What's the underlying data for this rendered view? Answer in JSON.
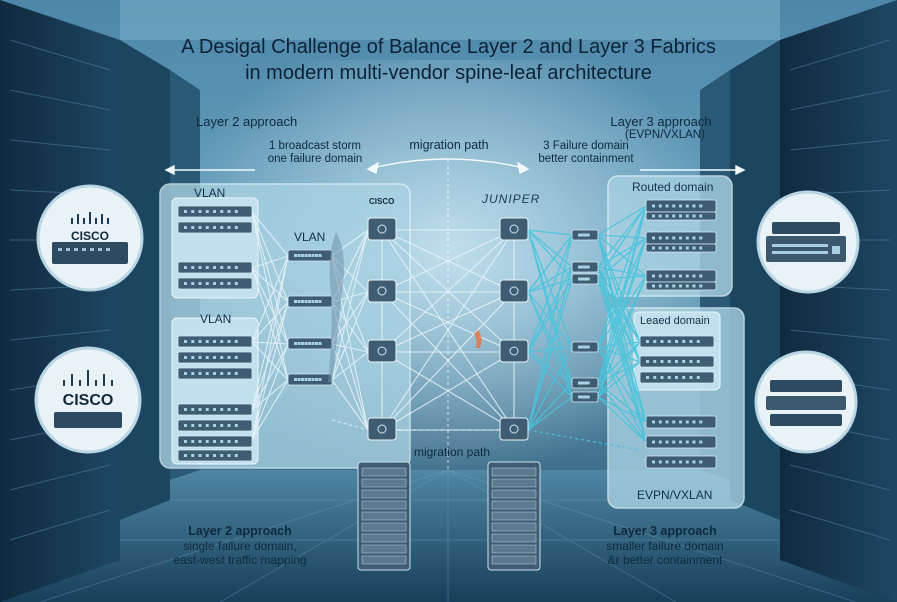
{
  "title_line1": "A Desigal Challenge of Balance Layer 2 and Layer 3 Fabrics",
  "title_line2": "in modern multi-vendor spine-leaf architecture",
  "left_heading": "Layer 2 approach",
  "left_note_line1": "1 broadcast storm",
  "left_note_line2": "one failure domain",
  "migration_top": "migration path",
  "migration_bottom": "migration path",
  "right_heading_line1": "Layer 3 approach",
  "right_heading_line2": "(EVPN/VXLAN)",
  "right_note_line1": "3 Failure domain",
  "right_note_line2": "better containment",
  "vlan_top": "VLAN",
  "vlan_mid": "VLAN",
  "vlan_bottom": "VLAN",
  "juniper_label": "JUNIPER",
  "cisco_small": "CISCO",
  "cisco_badge_top": "CISCO",
  "cisco_badge_bottom": "CISCO",
  "routed_domain": "Routed domain",
  "leaed_domain": "Leaed domain",
  "evpn_vxlan": "EVPN/VXLAN",
  "footer_left_line1": "Layer 2 approach",
  "footer_left_line2": "single failure domain,",
  "footer_left_line3": "east-west traffic mapping",
  "footer_right_line1": "Layer 3 approach",
  "footer_right_line2": "smaller failure domain",
  "footer_right_line3": "&r better containment",
  "colors": {
    "panel_bg": "#a9d2e2",
    "line_light": "#e8f4fa",
    "line_cyan": "#49c4dc",
    "device_dark": "#3f5d72",
    "accent_orange": "#e0774a"
  }
}
